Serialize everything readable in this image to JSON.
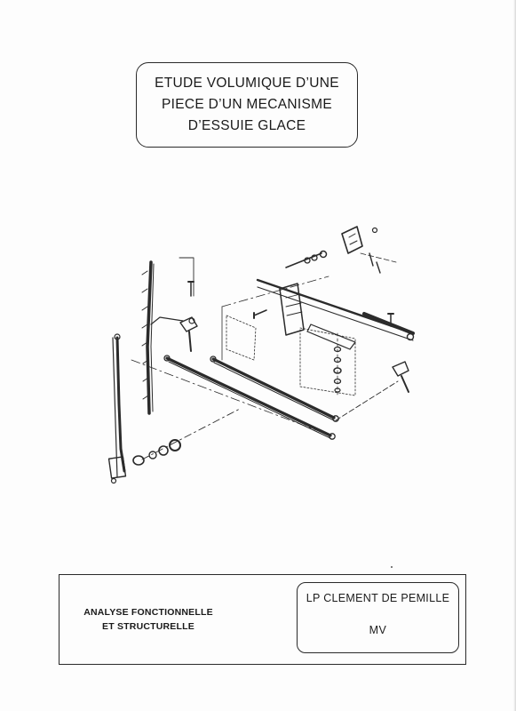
{
  "title": {
    "lines": [
      "ETUDE VOLUMIQUE D’UNE",
      "PIECE D’UN MECANISME",
      "D’ESSUIE GLACE"
    ]
  },
  "drawing": {
    "subject": "wiper mechanism exploded view"
  },
  "footer": {
    "analysis_lines": [
      "ANALYSE FONCTIONNELLE",
      "ET STRUCTURELLE"
    ],
    "school_name": "LP CLEMENT DE PEMILLE",
    "school_initials": "MV"
  }
}
